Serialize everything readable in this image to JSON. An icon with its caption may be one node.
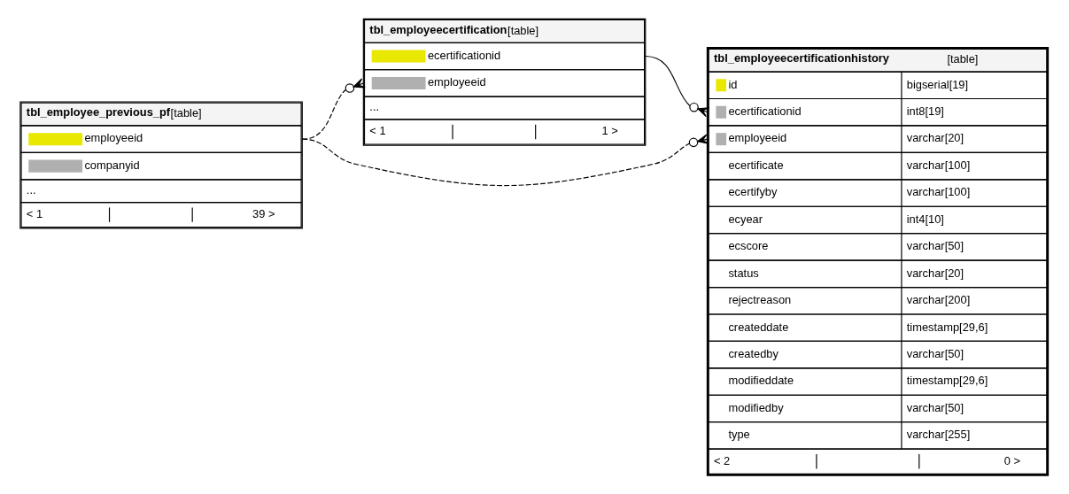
{
  "diagram": {
    "nodes": [
      {
        "text": [
          "tbl_employee_previous_pf",
          "[table]",
          "employeeid",
          "companyid",
          "...",
          "< 1",
          "39 >"
        ]
      },
      {
        "text": [
          "tbl_employeecertification",
          "[table]",
          "ecertificationid",
          "employeeid",
          "...",
          "< 1",
          "1 >"
        ]
      },
      {
        "text": [
          "tbl_employeecertificationhistory",
          "[table]",
          "id",
          "bigserial[19]",
          "ecertificationid",
          "int8[19]",
          "employeeid",
          "varchar[20]",
          "ecertificate",
          "varchar[100]",
          "ecertifyby",
          "varchar[100]",
          "ecyear",
          "int4[10]",
          "ecscore",
          "varchar[50]",
          "status",
          "varchar[20]",
          "rejectreason",
          "varchar[200]",
          "createddate",
          "timestamp[29,6]",
          "createdby",
          "varchar[50]",
          "modifieddate",
          "timestamp[29,6]",
          "modifiedby",
          "varchar[50]",
          "type",
          "varchar[255]",
          "< 2",
          "0 >"
        ]
      }
    ],
    "edges": [
      {
        "from": 1,
        "to": 2,
        "arrow": "other"
      },
      {
        "from": 0,
        "to": 1,
        "arrow": "other",
        "style": "dashed"
      },
      {
        "from": 0,
        "to": 2,
        "arrow": "other",
        "style": "dashed"
      }
    ]
  }
}
